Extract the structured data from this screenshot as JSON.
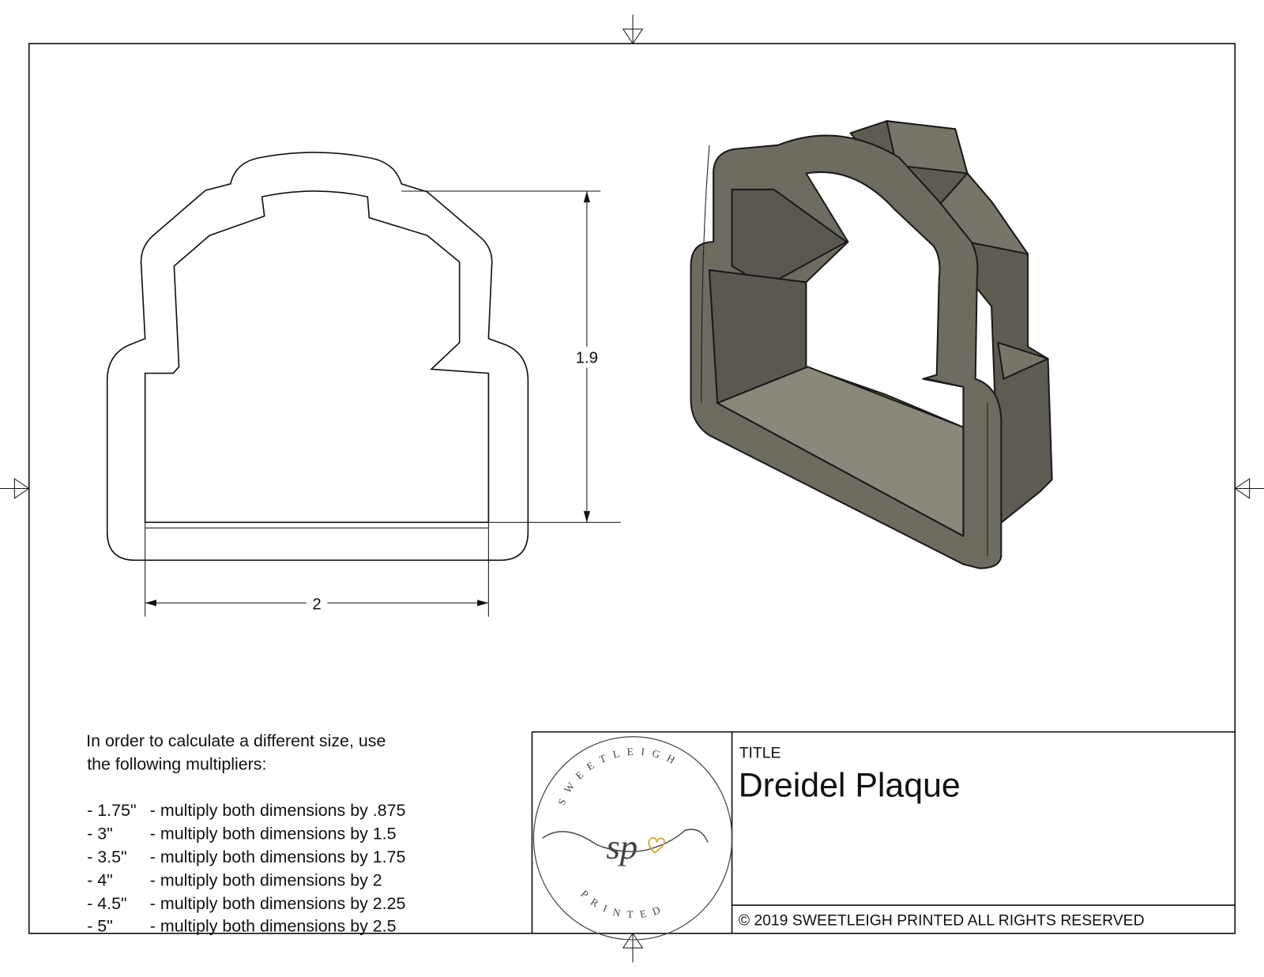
{
  "drawing": {
    "dimensions": {
      "height": "1.9",
      "width": "2"
    },
    "notes": {
      "intro_line1": "In order to calculate a different size, use",
      "intro_line2": "the following multipliers:",
      "multipliers": [
        {
          "size": "- 1.75\"",
          "text": "- multiply both dimensions by .875"
        },
        {
          "size": "- 3\"",
          "text": "- multiply both dimensions by 1.5"
        },
        {
          "size": "- 3.5\"",
          "text": "- multiply both dimensions by 1.75"
        },
        {
          "size": "- 4\"",
          "text": "- multiply both dimensions by 2"
        },
        {
          "size": "- 4.5\"",
          "text": "- multiply both dimensions by 2.25"
        },
        {
          "size": "- 5\"",
          "text": "- multiply both dimensions by 2.5"
        }
      ]
    },
    "title_block": {
      "title_label": "TITLE",
      "title": "Dreidel Plaque",
      "copyright": "© 2019  SWEETLEIGH PRINTED  ALL RIGHTS RESERVED",
      "logo": {
        "top_text": "SWEETLEIGH",
        "bottom_text": "PRINTED",
        "monogram": "sp",
        "accent_color": "#d4a93a"
      }
    },
    "colors": {
      "model_fill": "#6e6b60",
      "model_dark": "#4f4d45",
      "line": "#111111"
    }
  }
}
